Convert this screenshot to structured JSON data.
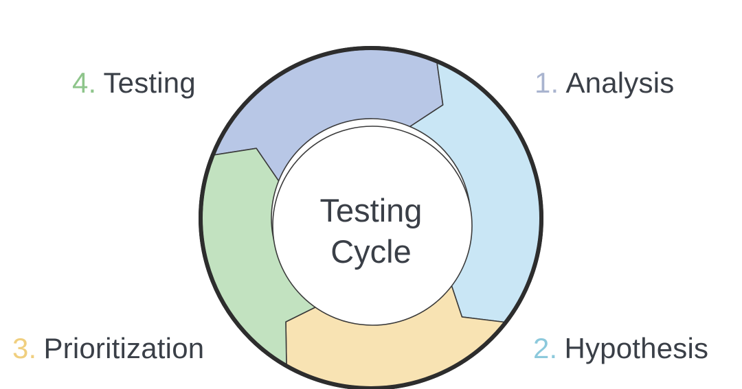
{
  "center": {
    "line1": "Testing",
    "line2": "Cycle"
  },
  "steps": [
    {
      "number": "1.",
      "name": "Analysis",
      "color": "#b8c7e6",
      "number_color": "#a9b4cf"
    },
    {
      "number": "2.",
      "name": "Hypothesis",
      "color": "#c9e6f5",
      "number_color": "#8cc9dc"
    },
    {
      "number": "3.",
      "name": "Prioritization",
      "color": "#f8e3b3",
      "number_color": "#f0cf7f"
    },
    {
      "number": "4.",
      "name": "Testing",
      "color": "#c2e2c0",
      "number_color": "#8ec58b"
    }
  ],
  "colors": {
    "outline": "#2d2d2d",
    "text": "#3a3f47"
  }
}
